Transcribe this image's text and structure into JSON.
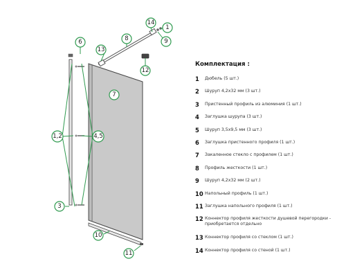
{
  "legend": {
    "title": "Комплектация :",
    "items": [
      {
        "num": "1",
        "text": "Дюбель (5 шт.)"
      },
      {
        "num": "2",
        "text": "Шуруп 4,2x32 мм (3 шт.)"
      },
      {
        "num": "3",
        "text": "Пристенный профиль из алюминия (1 шт.)"
      },
      {
        "num": "4",
        "text": "Заглушка шурупа (3 шт.)"
      },
      {
        "num": "5",
        "text": "Шуруп 3,5x9,5 мм (3 шт.)"
      },
      {
        "num": "6",
        "text": "Заглушка пристенного профиля (1 шт.)"
      },
      {
        "num": "7",
        "text": "Закаленное стекло с профилем (1 шт.)"
      },
      {
        "num": "8",
        "text": "Профиль жесткости (1 шт.)"
      },
      {
        "num": "9",
        "text": "Шуруп 4,2x32 мм (2 шт.)"
      },
      {
        "num": "10",
        "text": "Напольный профиль (1 шт.)"
      },
      {
        "num": "11",
        "text": "Заглушка напольного профиля (1 шт.)"
      },
      {
        "num": "12",
        "text": "Коннектор профиля жесткости душевой перегородки - приобретается отдельно"
      },
      {
        "num": "13",
        "text": "Коннектор профиля со стеклом (1 шт.)"
      },
      {
        "num": "14",
        "text": "Коннектор профиля со стеной (1 шт.)"
      }
    ]
  },
  "callouts": {
    "c1": "1",
    "c9": "9",
    "c14": "14",
    "c8": "8",
    "c13": "13",
    "c6": "6",
    "c12": "12",
    "c7": "7",
    "c12b": "1,2",
    "c45": "4,5",
    "c3": "3",
    "c10": "10",
    "c11": "11"
  },
  "colors": {
    "callout_stroke": "#2f9a4f",
    "glass_fill": "#c9c9c9",
    "line": "#555555"
  }
}
